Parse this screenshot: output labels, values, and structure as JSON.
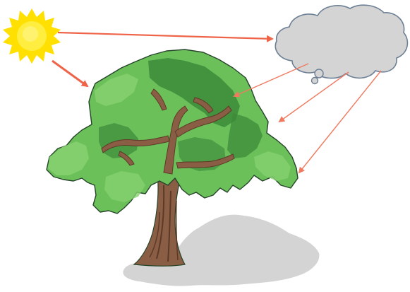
{
  "diagram": {
    "elements": [
      {
        "id": "sun",
        "icon": "sun-icon"
      },
      {
        "id": "cloud",
        "icon": "cloud-icon"
      },
      {
        "id": "tree",
        "icon": "tree-icon"
      },
      {
        "id": "shadow",
        "icon": "shadow-icon"
      }
    ],
    "connections": [
      {
        "from": "sun",
        "to": "cloud"
      },
      {
        "from": "sun",
        "to": "tree"
      },
      {
        "from": "cloud",
        "to": "tree"
      },
      {
        "from": "cloud",
        "to": "tree"
      },
      {
        "from": "cloud",
        "to": "tree"
      }
    ]
  },
  "colors": {
    "sun_outer": "#ffe000",
    "sun_inner": "#fff27a",
    "cloud_fill": "#d4d4d4",
    "cloud_stroke": "#6c7f95",
    "arrow_sun": "#ef6449",
    "arrow_cloud": "#ef7a60",
    "foliage_light": "#6bc05a",
    "foliage_dark": "#3c8a3a",
    "foliage_outline": "#26442a",
    "trunk": "#8a5e45",
    "trunk_dark": "#5d3a28",
    "shadow": "#d4d4d4"
  }
}
